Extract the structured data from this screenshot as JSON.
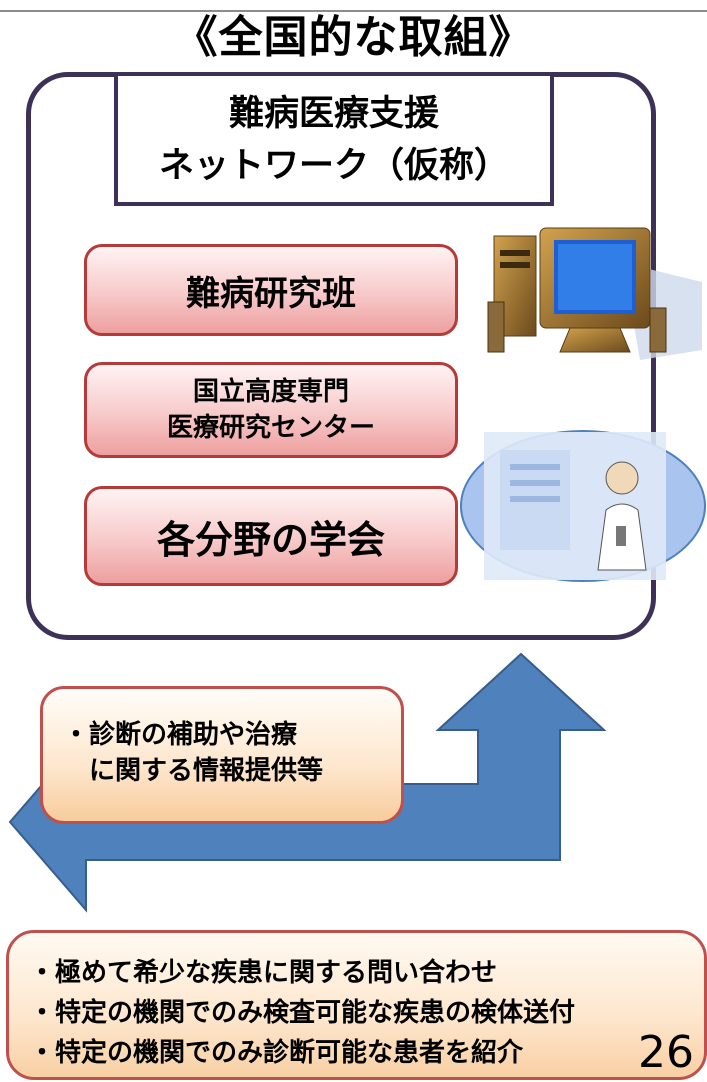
{
  "title": "《全国的な取組》",
  "network_box": {
    "line1": "難病医療支援",
    "line2": "ネットワーク（仮称）"
  },
  "members": [
    {
      "line1": "難病研究班"
    },
    {
      "line1": "国立高度専門",
      "line2": "医療研究センター"
    },
    {
      "line1": "各分野の学会"
    }
  ],
  "support_box": {
    "line1": "・診断の補助や治療",
    "line2": "に関する情報提供等"
  },
  "request_box": {
    "items": [
      "・極めて希少な疾患に関する問い合わせ",
      "・特定の機関でのみ検査可能な疾患の検体送付",
      "・特定の機関でのみ診断可能な患者を紹介"
    ]
  },
  "page_number": "26",
  "colors": {
    "frame": "#3d3158",
    "pill_border": "#b53a3a",
    "arrow": "#4f81bd",
    "box_border": "#c0504d"
  },
  "icons": [
    "computer-icon",
    "doctor-icon",
    "double-arrow-icon"
  ]
}
